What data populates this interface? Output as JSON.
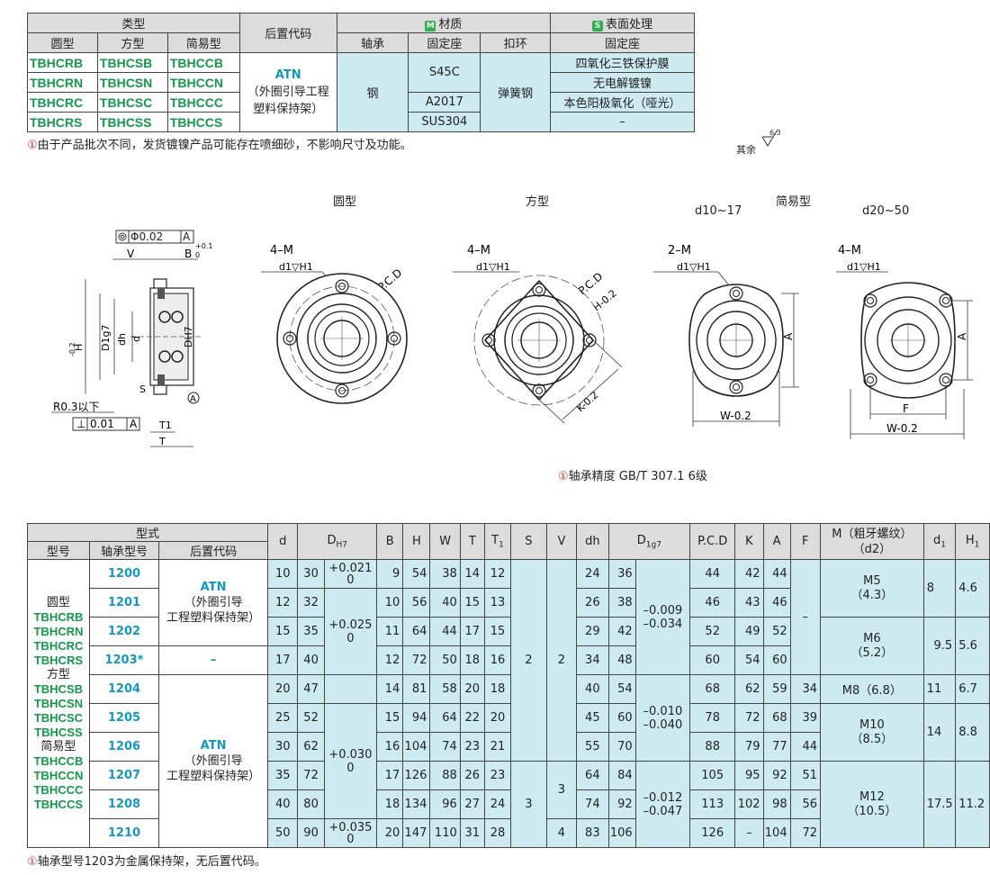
{
  "top_table": {
    "h_type": "类型",
    "h_round": "圆型",
    "h_square": "方型",
    "h_simple": "简易型",
    "h_suffix": "后置代码",
    "h_material_mark": "M",
    "h_material": "材质",
    "h_bearing": "轴承",
    "h_seat": "固定座",
    "h_ring": "扣环",
    "h_surface_mark": "S",
    "h_surface": "表面处理",
    "h_surface_seat": "固定座",
    "rows": [
      {
        "round": "TBHCRB",
        "square": "TBHCSB",
        "simple": "TBHCCB",
        "surface": "四氧化三铁保护膜"
      },
      {
        "round": "TBHCRN",
        "square": "TBHCSN",
        "simple": "TBHCCN",
        "surface": "无电解镀镍"
      },
      {
        "round": "TBHCRC",
        "square": "TBHCSC",
        "simple": "TBHCCC",
        "surface": "本色阳极氧化（哑光）"
      },
      {
        "round": "TBHCRS",
        "square": "TBHCSS",
        "simple": "TBHCCS",
        "surface": "–"
      }
    ],
    "suffix_code": "ATN",
    "suffix_desc1": "（外圈引导工程",
    "suffix_desc2": "塑料保持架）",
    "bearing_material": "钢",
    "seat_s45c": "S45C",
    "seat_a2017": "A2017",
    "seat_sus304": "SUS304",
    "ring_material": "弹簧钢"
  },
  "notes": {
    "top_note_mark": "①",
    "top_note": "由于产品批次不同，发货镀镍产品可能存在喷细砂，不影响尺寸及功能。",
    "roughness_label": "其余",
    "roughness_value": "6.3",
    "precision_mark": "①",
    "precision": "轴承精度   GB/T 307.1 6级",
    "bottom_note_mark": "①",
    "bottom_note": "轴承型号1203为金属保持架，无后置代码。"
  },
  "drawings": {
    "title_round": "圆型",
    "title_square": "方型",
    "title_simple": "简易型",
    "simple_a": "d10~17",
    "simple_b": "d20~50",
    "holes_4m": "4–M",
    "holes_2m": "2–M",
    "cbore": "d1▽H1",
    "pcd": "P.C.D",
    "flatness": "◎ Φ0.02 A",
    "perp": "⊥ 0.01 A",
    "radius": "R0.3以下",
    "dim_v": "V",
    "dim_b": "B",
    "dim_b_tol_up": "+0.1",
    "dim_b_tol_low": "0",
    "dim_h": "H",
    "dim_h_tol": "-0.2",
    "dim_h_tol0": "0",
    "dim_d1g7": "D1g7",
    "dim_dh": "dh",
    "dim_d": "d",
    "dim_dh7": "DH7",
    "dim_s": "S",
    "dim_t1": "T1",
    "dim_t": "T",
    "datum_a": "A",
    "dim_a": "A",
    "dim_k": "K",
    "dim_w": "W",
    "dim_f": "F",
    "dim_tol_02": "-0.2"
  },
  "bottom_table": {
    "h_model_form": "型式",
    "h_model": "型号",
    "h_bearing_model": "轴承型号",
    "h_suffix": "后置代码",
    "h_d": "d",
    "h_dh7": "DH7",
    "h_b": "B",
    "h_h": "H",
    "h_w": "W",
    "h_t": "T",
    "h_t1": "T1",
    "h_s": "S",
    "h_v": "V",
    "h_dh": "dh",
    "h_d1g7": "D1g7",
    "h_pcd": "P.C.D",
    "h_k": "K",
    "h_a": "A",
    "h_f": "F",
    "h_m": "M（粗牙螺纹）",
    "h_m2": "（d2）",
    "h_d1": "d1",
    "h_h1": "H1",
    "series": [
      "圆型",
      "TBHCRB",
      "TBHCRN",
      "TBHCRC",
      "TBHCRS",
      "方型",
      "TBHCSB",
      "TBHCSN",
      "TBHCSC",
      "TBHCSS",
      "简易型",
      "TBHCCB",
      "TBHCCN",
      "TBHCCC",
      "TBHCCS"
    ],
    "suffix_code": "ATN",
    "suffix_desc1": "（外圈引导",
    "suffix_desc2": "工程塑料保持架）",
    "suffix_none": "–",
    "rows": [
      {
        "bearing": "1200",
        "d": "10",
        "dh7": "30",
        "b": "9",
        "h": "54",
        "w": "38",
        "t": "14",
        "t1": "12",
        "dh": "24",
        "d1g7": "36",
        "pcd": "44",
        "k": "42",
        "a": "44"
      },
      {
        "bearing": "1201",
        "d": "12",
        "dh7": "32",
        "b": "10",
        "h": "56",
        "w": "40",
        "t": "15",
        "t1": "13",
        "dh": "26",
        "d1g7": "38",
        "pcd": "46",
        "k": "43",
        "a": "46"
      },
      {
        "bearing": "1202",
        "d": "15",
        "dh7": "35",
        "b": "11",
        "h": "64",
        "w": "44",
        "t": "17",
        "t1": "15",
        "dh": "29",
        "d1g7": "42",
        "pcd": "52",
        "k": "49",
        "a": "52"
      },
      {
        "bearing": "1203*",
        "d": "17",
        "dh7": "40",
        "b": "12",
        "h": "72",
        "w": "50",
        "t": "18",
        "t1": "16",
        "dh": "34",
        "d1g7": "48",
        "pcd": "60",
        "k": "54",
        "a": "60"
      },
      {
        "bearing": "1204",
        "d": "20",
        "dh7": "47",
        "b": "14",
        "h": "81",
        "w": "58",
        "t": "20",
        "t1": "18",
        "dh": "40",
        "d1g7": "54",
        "pcd": "68",
        "k": "62",
        "a": "59",
        "f": "34"
      },
      {
        "bearing": "1205",
        "d": "25",
        "dh7": "52",
        "b": "15",
        "h": "94",
        "w": "64",
        "t": "22",
        "t1": "20",
        "dh": "45",
        "d1g7": "60",
        "pcd": "78",
        "k": "72",
        "a": "68",
        "f": "39"
      },
      {
        "bearing": "1206",
        "d": "30",
        "dh7": "62",
        "b": "16",
        "h": "104",
        "w": "74",
        "t": "23",
        "t1": "21",
        "dh": "55",
        "d1g7": "70",
        "pcd": "88",
        "k": "79",
        "a": "77",
        "f": "44"
      },
      {
        "bearing": "1207",
        "d": "35",
        "dh7": "72",
        "b": "17",
        "h": "126",
        "w": "88",
        "t": "26",
        "t1": "23",
        "dh": "64",
        "d1g7": "84",
        "pcd": "105",
        "k": "95",
        "a": "92",
        "f": "51"
      },
      {
        "bearing": "1208",
        "d": "40",
        "dh7": "80",
        "b": "18",
        "h": "134",
        "w": "96",
        "t": "27",
        "t1": "24",
        "dh": "74",
        "d1g7": "92",
        "pcd": "113",
        "k": "102",
        "a": "98",
        "f": "56"
      },
      {
        "bearing": "1210",
        "d": "50",
        "dh7": "90",
        "b": "20",
        "h": "147",
        "w": "110",
        "t": "31",
        "t1": "28",
        "dh": "83",
        "d1g7": "106",
        "pcd": "126",
        "k": "–",
        "a": "104",
        "f": "72"
      }
    ],
    "dh7_tol_1": "+0.021",
    "dh7_tol_1b": "0",
    "dh7_tol_2": "+0.025",
    "dh7_tol_2b": "0",
    "dh7_tol_3": "+0.030",
    "dh7_tol_3b": "0",
    "dh7_tol_4": "+0.035",
    "dh7_tol_4b": "0",
    "s_1": "2",
    "s_2": "3",
    "v_1": "2",
    "v_2": "3",
    "v_3": "4",
    "d1g7_tol_1a": "–0.009",
    "d1g7_tol_1b": "–0.034",
    "d1g7_tol_2a": "–0.010",
    "d1g7_tol_2b": "–0.040",
    "d1g7_tol_3a": "–0.012",
    "d1g7_tol_3b": "–0.047",
    "f_none": "–",
    "m_1": "M5",
    "m_1b": "（4.3）",
    "m_2": "M6",
    "m_2b": "（5.2）",
    "m_3": "M8（6.8）",
    "m_4": "M10",
    "m_4b": "（8.5）",
    "m_5": "M12",
    "m_5b": "（10.5）",
    "d1_1": "8",
    "h1_1": "4.6",
    "d1_2": "9.5",
    "h1_2": "5.6",
    "d1_3": "11",
    "h1_3": "6.7",
    "d1_4": "14",
    "h1_4": "8.8",
    "d1_5": "17.5",
    "h1_5": "11.2"
  },
  "colors": {
    "green": "#119a4a",
    "blue": "#119abd",
    "cyan": "#cdeaf0",
    "header": "#dcdcdc",
    "red": "#e4262a"
  }
}
